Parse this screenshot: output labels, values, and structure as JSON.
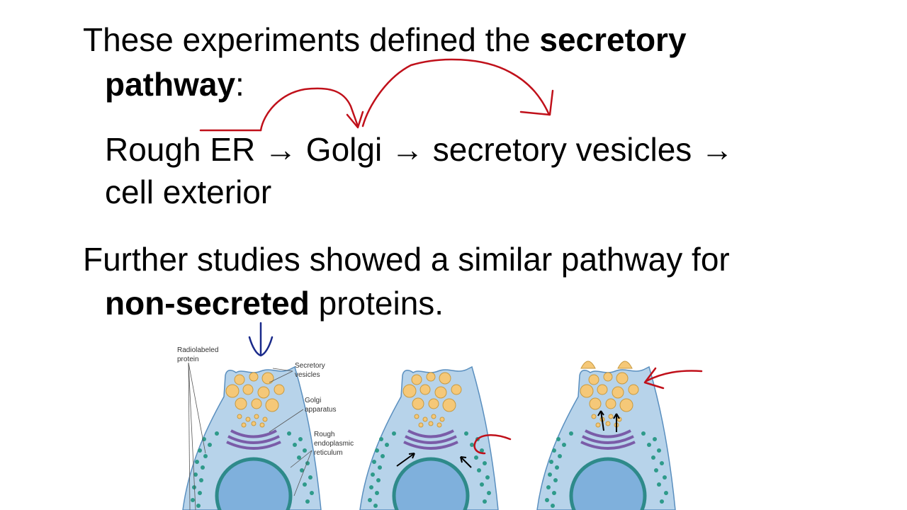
{
  "slide": {
    "line1_plain": "These experiments defined the ",
    "line1_bold": "secretory",
    "line2_bold": "pathway",
    "line2_plain": ":",
    "line3": "Rough ER → Golgi → secretory vesicles →",
    "line4": "cell exterior",
    "line5": "Further studies showed a similar pathway for",
    "line6_bold": "non-secreted",
    "line6_plain": " proteins."
  },
  "figure": {
    "labels": {
      "radiolabeled_1": "Radiolabeled",
      "radiolabeled_2": "protein",
      "secretory_1": "Secretory",
      "secretory_2": "vesicles",
      "golgi_1": "Golgi",
      "golgi_2": "apparatus",
      "rough_1": "Rough",
      "rough_2": "endoplasmic",
      "rough_3": "reticulum"
    }
  },
  "colors": {
    "annotation_red": "#c0101a",
    "annotation_blue": "#1a2a8a",
    "cell_fill": "#b7d3ea",
    "nucleus": "#7fb0dc",
    "vesicle": "#f5c878",
    "golgi": "#7a5ca8",
    "er": "#2e9a8a"
  }
}
